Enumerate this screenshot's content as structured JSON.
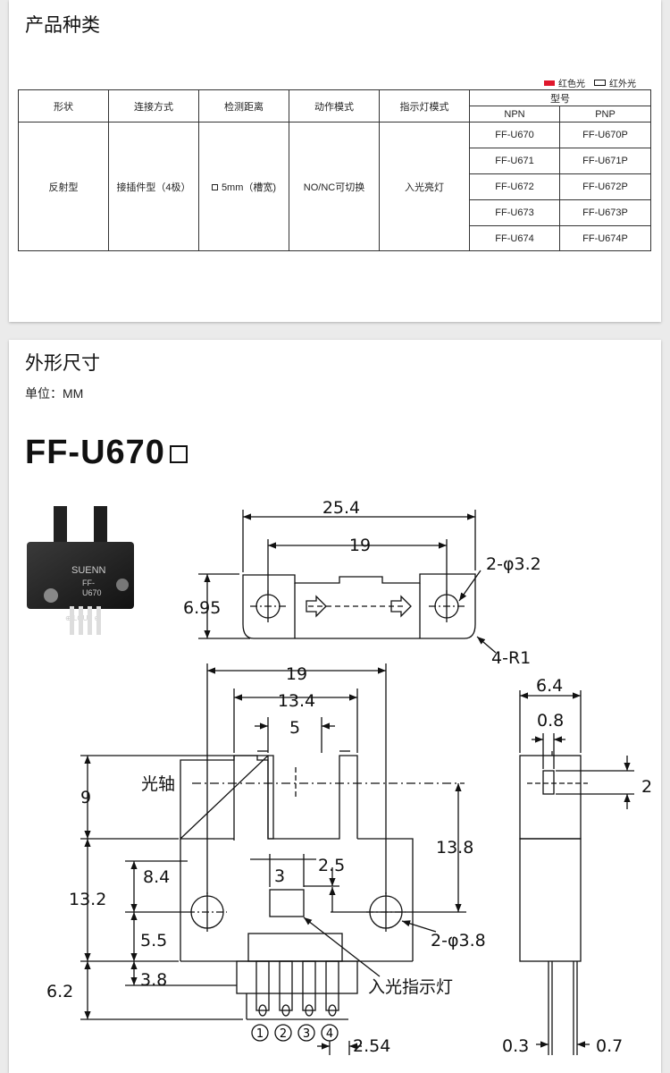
{
  "section1": {
    "title": "产品种类",
    "legend": {
      "red_label": "红色光",
      "ir_label": "红外光"
    },
    "table": {
      "headers": {
        "shape": "形状",
        "connection": "连接方式",
        "distance": "检测距离",
        "mode": "动作模式",
        "indicator": "指示灯模式",
        "type": "型号",
        "npn": "NPN",
        "pnp": "PNP"
      },
      "row": {
        "shape": "反射型",
        "connection": "接插件型（4极）",
        "distance": "5mm（槽宽)",
        "mode": "NO/NC可切换",
        "indicator": "入光亮灯"
      },
      "models": [
        {
          "npn": "FF-U670",
          "pnp": "FF-U670P"
        },
        {
          "npn": "FF-U671",
          "pnp": "FF-U671P"
        },
        {
          "npn": "FF-U672",
          "pnp": "FF-U672P"
        },
        {
          "npn": "FF-U673",
          "pnp": "FF-U673P"
        },
        {
          "npn": "FF-U674",
          "pnp": "FF-U674P"
        }
      ]
    }
  },
  "section2": {
    "title": "外形尺寸",
    "unit": "单位：MM",
    "model": "FF-U670",
    "photo": {
      "brand": "SUENN",
      "model_line1": "FF-",
      "model_line2": "U670",
      "pin_label": "⊕ LOUT ⊖"
    },
    "top_view": {
      "d_total": "25.4",
      "d_holes": "19",
      "d_height": "6.95",
      "hole_note": "2-φ3.2",
      "radius_note": "4-R1"
    },
    "front_view": {
      "d_width": "19",
      "d_inner": "13.4",
      "d_slot": "5",
      "d_9": "9",
      "d_13_2": "13.2",
      "d_6_2": "6.2",
      "d_8_4": "8.4",
      "d_5_5": "5.5",
      "d_3_8": "3.8",
      "d_13_8": "13.8",
      "d_3": "3",
      "d_2_5": "2.5",
      "hole_note": "2-φ3.8",
      "axis_label": "光轴",
      "led_label": "入光指示灯",
      "pins": [
        "1",
        "2",
        "3",
        "4"
      ],
      "d_pitch": "2.54"
    },
    "side_view": {
      "d_6_4": "6.4",
      "d_0_8": "0.8",
      "d_2": "2",
      "d_0_3": "0.3",
      "d_0_7": "0.7"
    }
  }
}
